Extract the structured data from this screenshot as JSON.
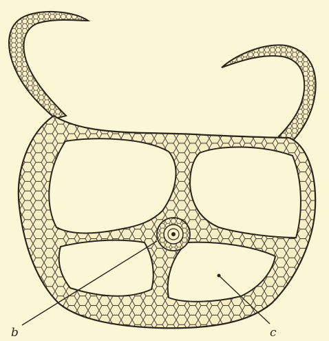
{
  "figure": {
    "subject": "",
    "labels": [
      {
        "id": "b",
        "text": "b"
      },
      {
        "id": "c",
        "text": "c"
      }
    ],
    "colors": {
      "paper": "#fbf6d6",
      "ink": "#2b241d",
      "cell_fill": "#f7efc6"
    }
  }
}
